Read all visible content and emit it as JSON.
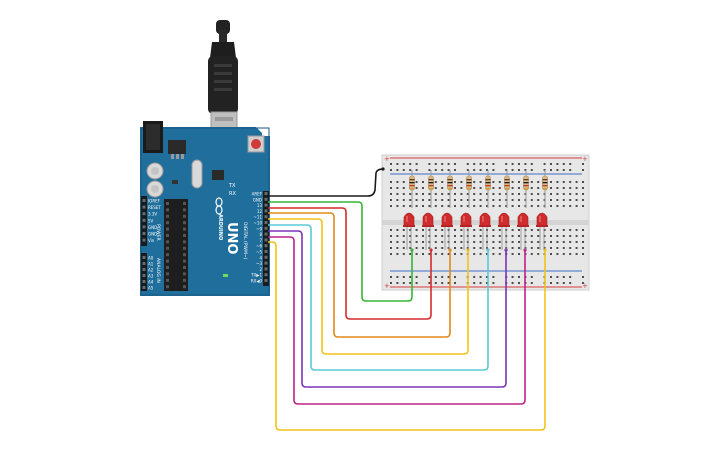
{
  "board": {
    "name": "UNO",
    "brand": "ARDUINO",
    "power_header_label": "POWER",
    "analog_header_label": "ANALOG IN",
    "digital_header_label": "DIGITAL (PWM~)",
    "power_pins": [
      "IOREF",
      "RESET",
      "3.3V",
      "5V",
      "GND",
      "GND",
      "Vin"
    ],
    "analog_pins": [
      "A0",
      "A1",
      "A2",
      "A3",
      "A4",
      "A5"
    ],
    "digital_pins": [
      "AREF",
      "GND",
      "13",
      "12",
      "~11",
      "~10",
      "~9",
      "8",
      "7",
      "~6",
      "~5",
      "4",
      "~3",
      "2",
      "TX▶1",
      "RX◀0"
    ],
    "top_labels": [
      "TX",
      "RX"
    ],
    "colors": {
      "pcb": "#1f6e9c",
      "pcb_dark": "#175a82",
      "header": "#1b1b1b",
      "chip": "#1e1e1e"
    }
  },
  "breadboard": {
    "rail_plus_symbol": "+",
    "rail_minus_symbol": "−",
    "colors": {
      "body": "#e7e7e7",
      "rail_red": "#d43c3c",
      "rail_blue": "#3b6fc4",
      "hole": "#4d4d4d"
    }
  },
  "leds": {
    "count": 8,
    "color": "#cf2d2d"
  },
  "resistors": {
    "count": 8
  },
  "wires": [
    {
      "name": "wire-gnd",
      "color": "#1a1a1a"
    },
    {
      "name": "wire-pin13",
      "color": "#36b536"
    },
    {
      "name": "wire-pin12",
      "color": "#d62b2b"
    },
    {
      "name": "wire-pin11",
      "color": "#e08a1a"
    },
    {
      "name": "wire-pin10",
      "color": "#f0c419"
    },
    {
      "name": "wire-pin9",
      "color": "#5bc8d6"
    },
    {
      "name": "wire-pin8",
      "color": "#7c33b8"
    },
    {
      "name": "wire-pin7",
      "color": "#c0228a"
    },
    {
      "name": "wire-pin6",
      "color": "#f0c419"
    }
  ]
}
